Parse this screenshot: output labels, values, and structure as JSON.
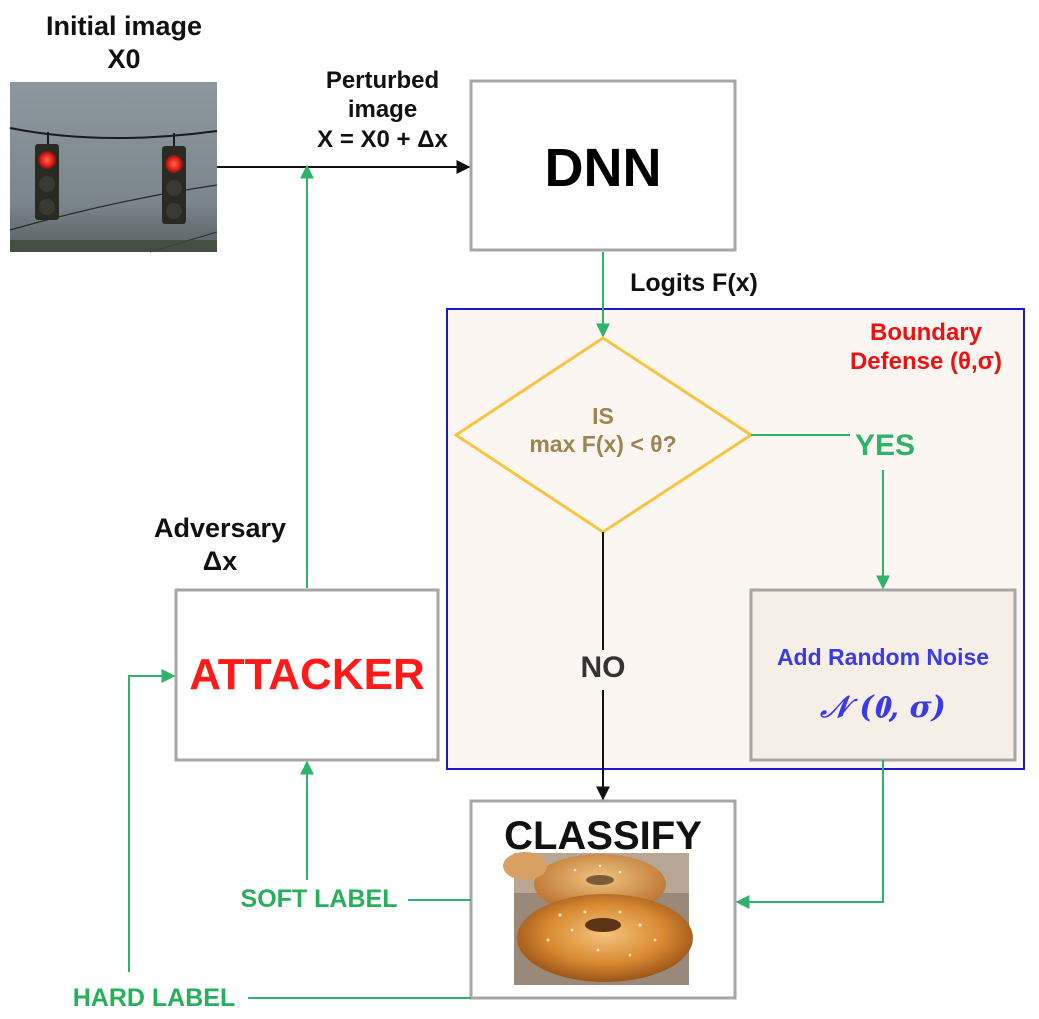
{
  "labels": {
    "initial_image": "Initial image\nX0",
    "perturbed_image": "Perturbed\nimage\nX = X0 + Δx",
    "dnn": "DNN",
    "logits": "Logits F(x)",
    "boundary_defense": "Boundary\nDefense (θ,σ)",
    "decision": "IS\nmax F(x) < θ?",
    "yes": "YES",
    "no": "NO",
    "add_noise": "Add Random Noise",
    "noise_formula": "𝒩 (𝟎, 𝝈)",
    "adversary": "Adversary\nΔx",
    "attacker": "ATTACKER",
    "classify": "CLASSIFY",
    "soft_label": "SOFT LABEL",
    "hard_label": "HARD LABEL"
  },
  "colors": {
    "box_border": "#a6a6a6",
    "defense_border": "#1a1acc",
    "defense_fill": "#fbf6f1",
    "diamond_border": "#f5c542",
    "decision_text": "#9c8550",
    "arrow_green": "#2fb36a",
    "label_green": "#27b05c",
    "attacker_red": "#ff1a1a",
    "boundary_red": "#ee1111",
    "noise_blue": "#3a3ae6",
    "noise_fill": "#f6efe8"
  }
}
